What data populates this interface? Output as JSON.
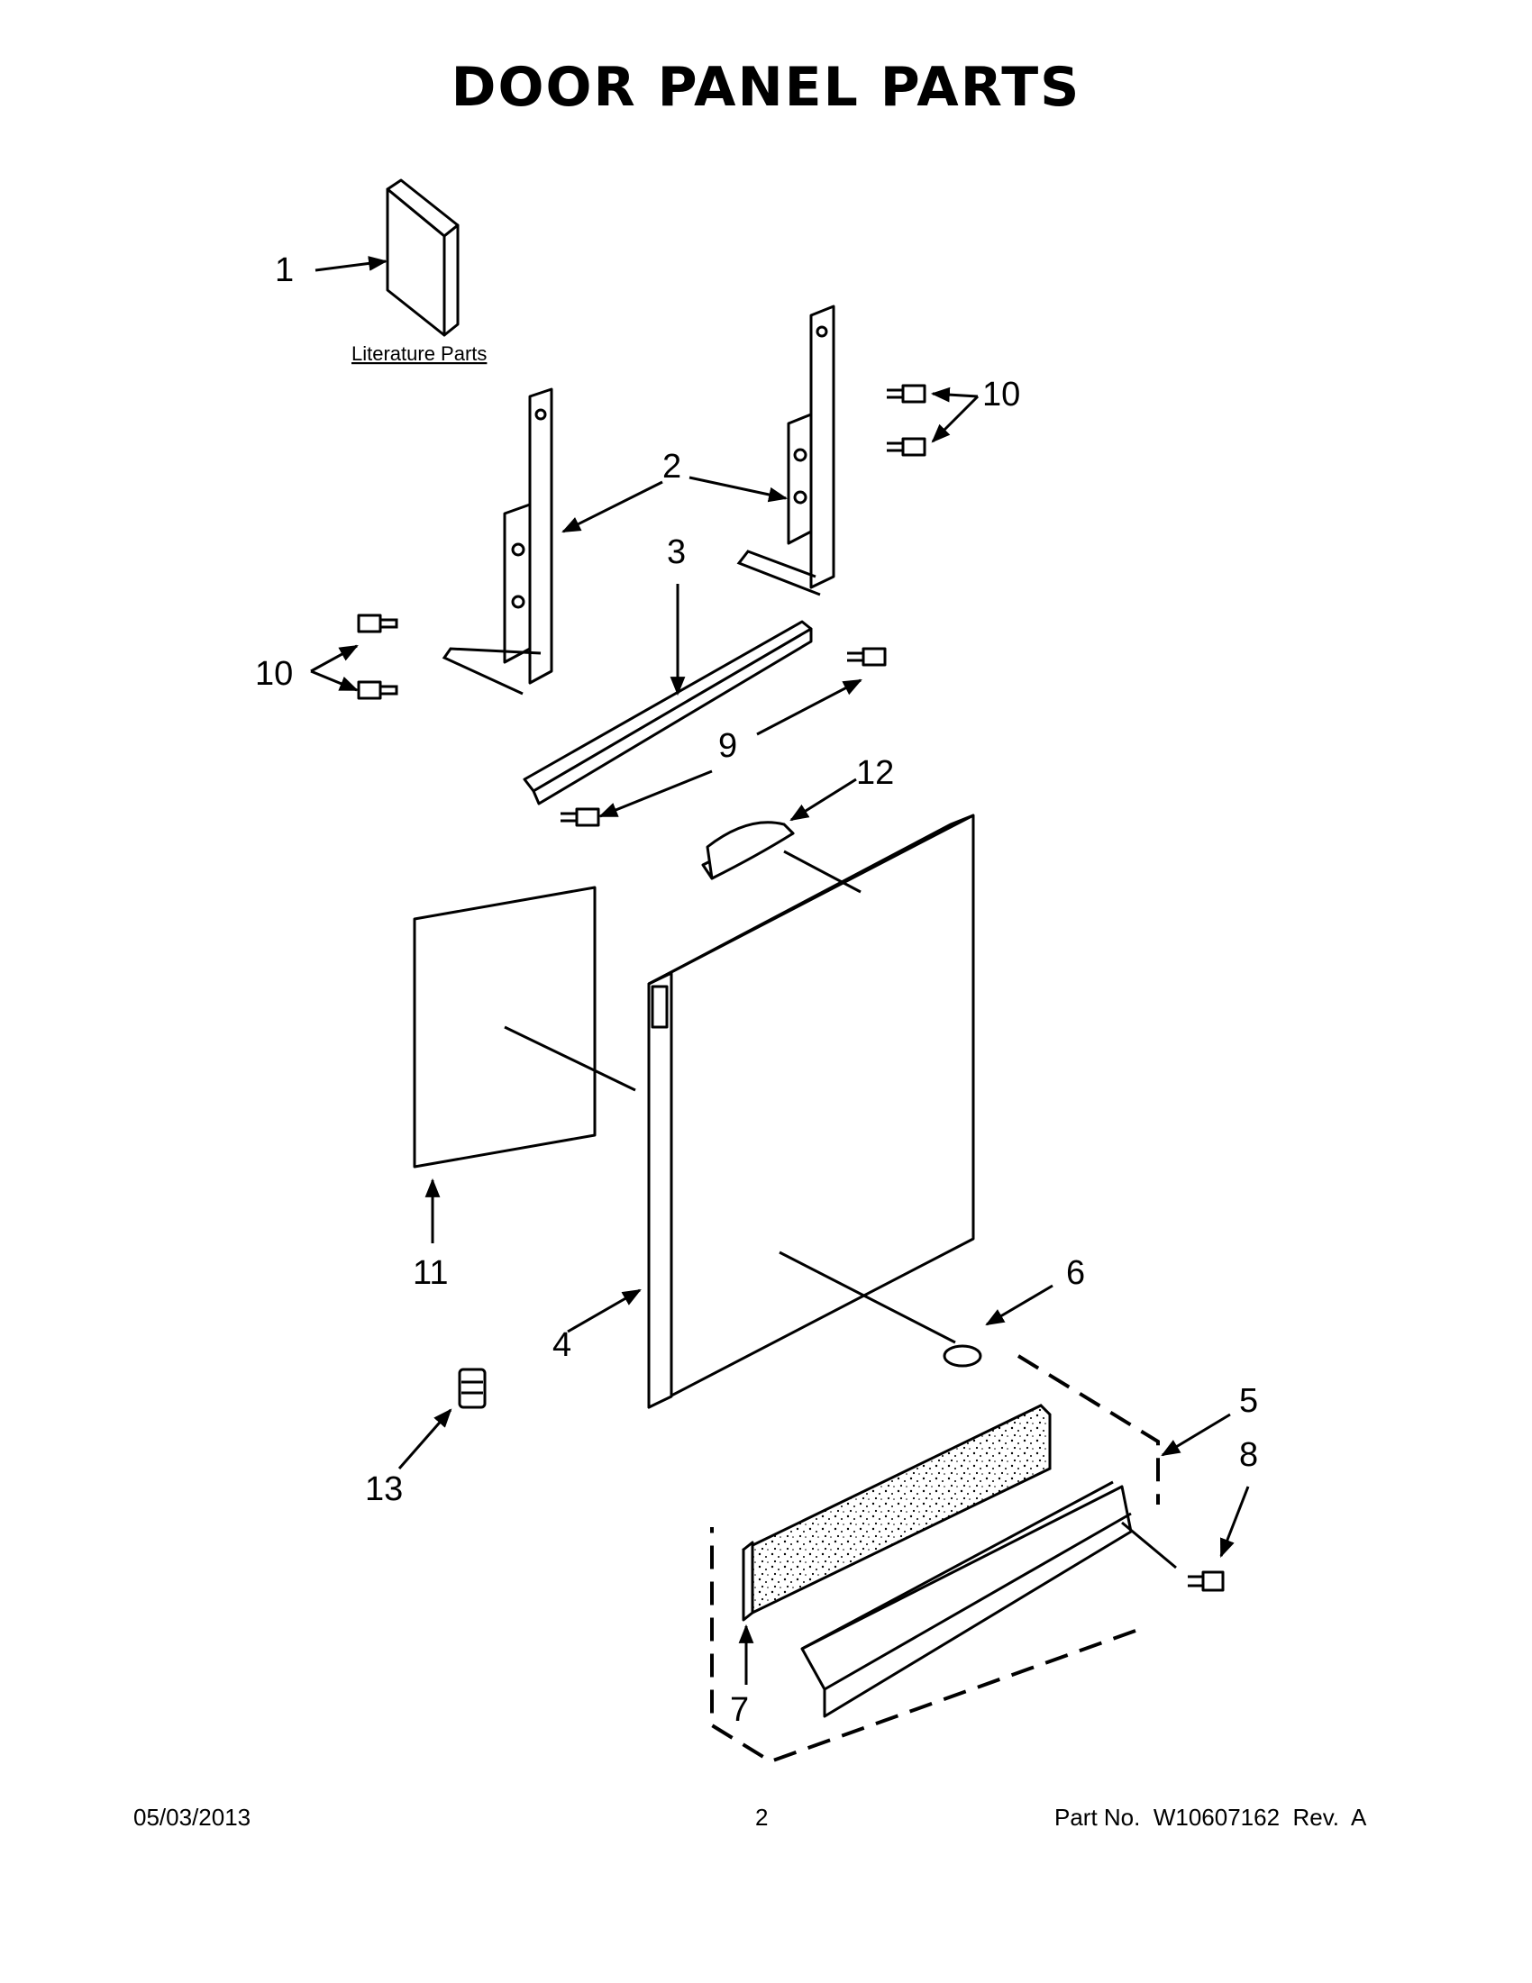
{
  "title": "DOOR PANEL PARTS",
  "literature_label": "Literature Parts",
  "callouts": {
    "c1": "1",
    "c2": "2",
    "c3": "3",
    "c4": "4",
    "c5": "5",
    "c6": "6",
    "c7": "7",
    "c8": "8",
    "c9": "9",
    "c10": "10",
    "c11": "11",
    "c12": "12",
    "c13": "13"
  },
  "footer": {
    "date": "05/03/2013",
    "page": "2",
    "part_no": "Part No.  W10607162  Rev.  A"
  }
}
